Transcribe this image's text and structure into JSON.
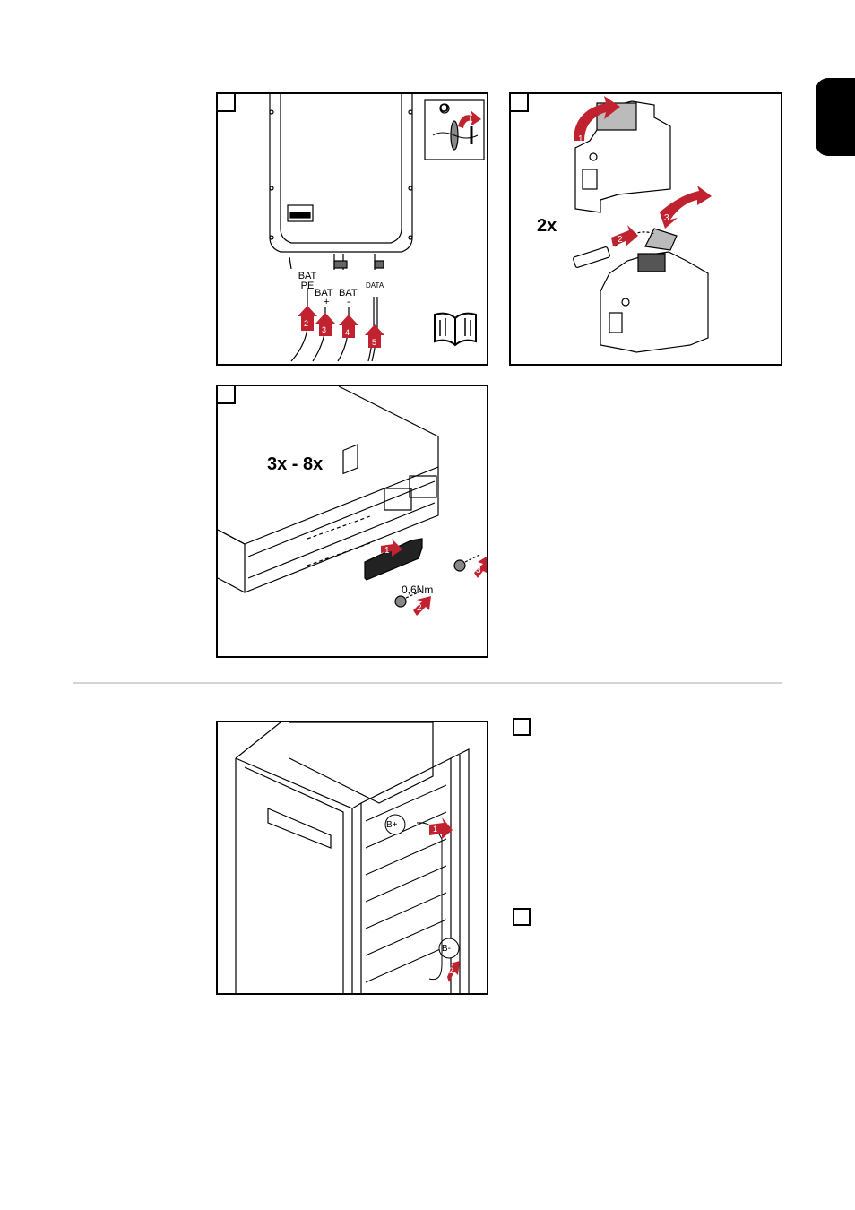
{
  "panel1": {
    "labels": {
      "bat_pe": "BAT\nPE",
      "bat_plus_label": "BAT",
      "bat_plus_sign": "+",
      "bat_minus_label": "BAT",
      "bat_minus_sign": "-",
      "data": "DATA"
    },
    "switch": {
      "off": "O",
      "on": "I"
    },
    "steps": [
      "1",
      "2",
      "3",
      "4",
      "5"
    ],
    "icons": [
      "manual-book-icon",
      "dc-switch-icon"
    ]
  },
  "panel2": {
    "multiplier": "2x",
    "steps": [
      "1",
      "2",
      "3"
    ]
  },
  "panel3": {
    "multiplier": "3x - 8x",
    "torque": "0,6Nm",
    "steps": [
      "1",
      "2",
      "3"
    ]
  },
  "panel4": {
    "bplus": "B+",
    "bminus": "B-",
    "steps": [
      "1",
      "2"
    ]
  },
  "colors": {
    "arrow_red": "#c0232f",
    "line": "#000000",
    "tab": "#000000",
    "rule": "#d4d4d4"
  }
}
